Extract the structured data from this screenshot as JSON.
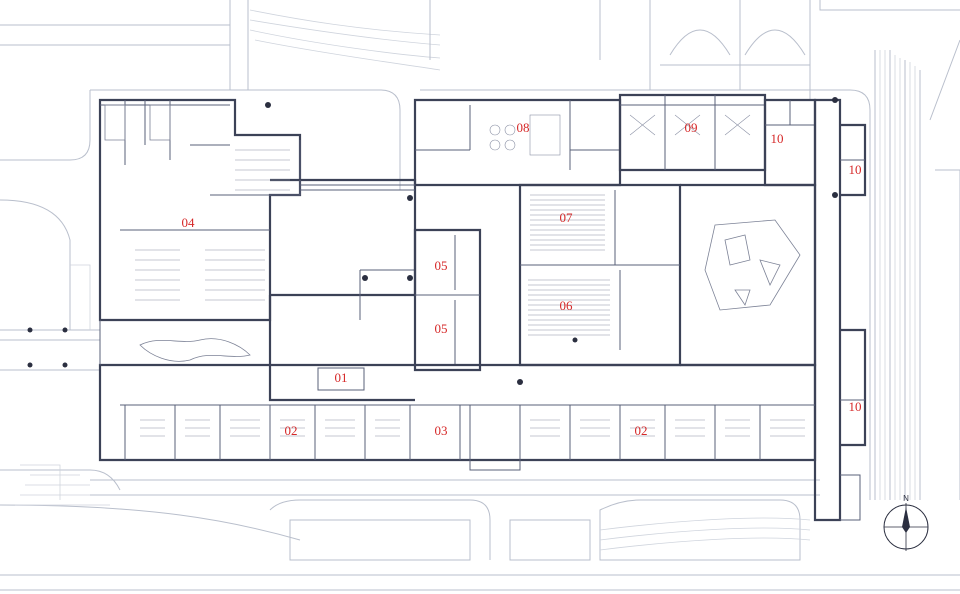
{
  "room_labels": [
    "01",
    "02",
    "02",
    "03",
    "04",
    "05",
    "05",
    "06",
    "07",
    "08",
    "09",
    "10",
    "10",
    "10"
  ],
  "north_arrow": {
    "letter": "N"
  },
  "colors": {
    "label": "#d62828",
    "wall": "#3c4257",
    "site": "#b9bfcc"
  }
}
